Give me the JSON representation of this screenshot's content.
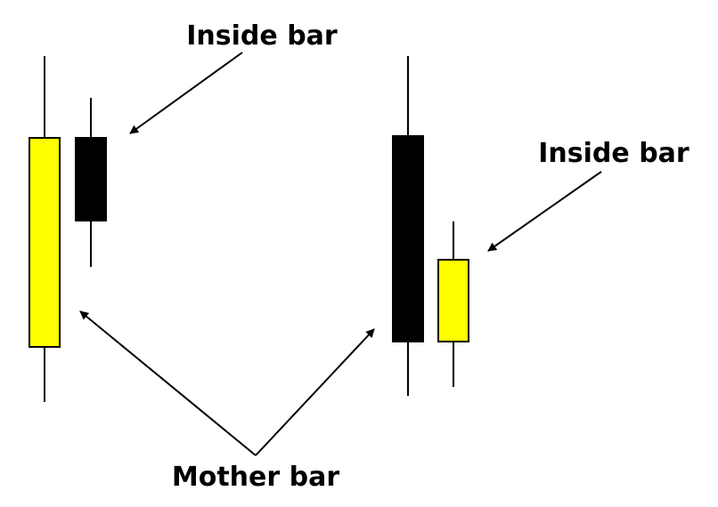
{
  "labels": {
    "inside_bar_left": "Inside bar",
    "inside_bar_right": "Inside bar",
    "mother_bar": "Mother bar"
  },
  "colors": {
    "bullish_body": "#ffff00",
    "bearish_body": "#000000",
    "outline": "#000000",
    "background": "#ffffff"
  }
}
